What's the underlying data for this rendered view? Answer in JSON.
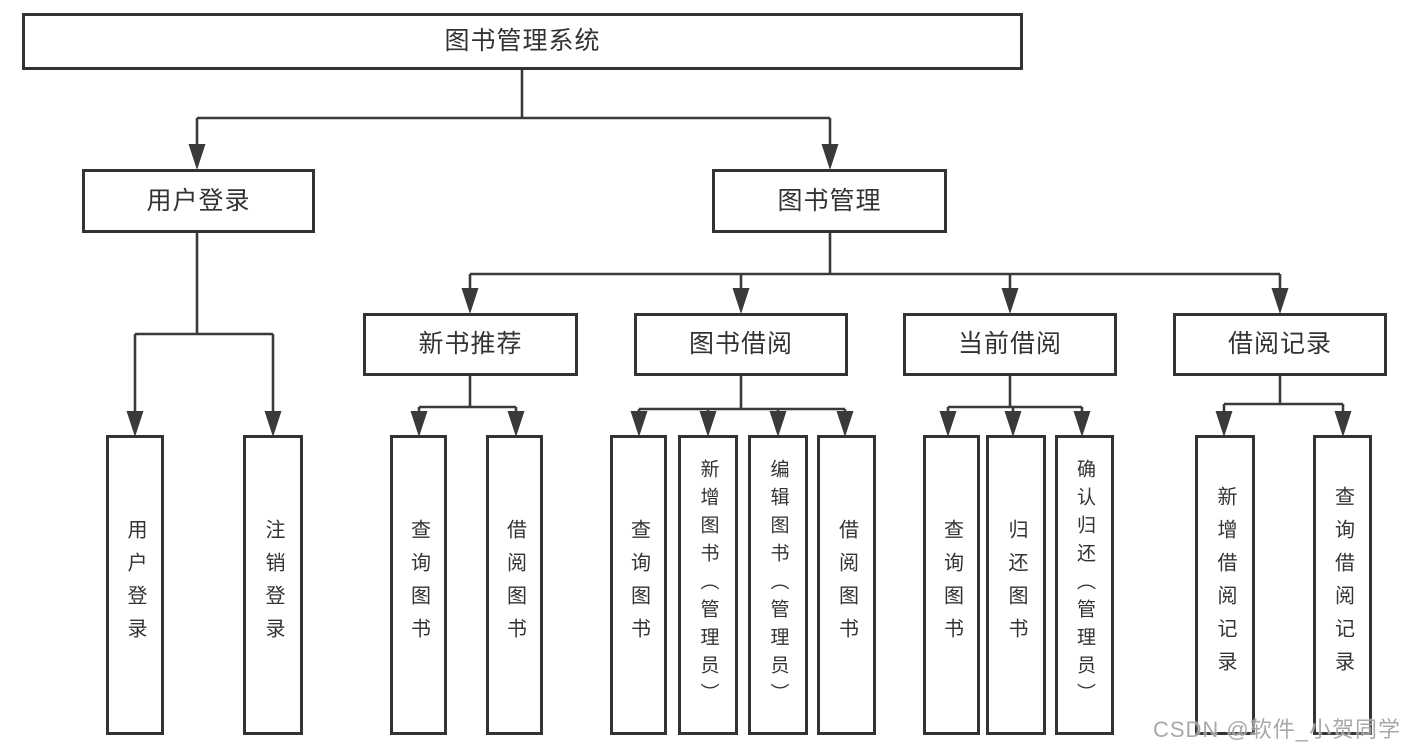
{
  "diagram": {
    "root": {
      "label": "图书管理系统"
    },
    "level2": [
      {
        "label": "用户登录"
      },
      {
        "label": "图书管理"
      }
    ],
    "level3": [
      {
        "label": "新书推荐"
      },
      {
        "label": "图书借阅"
      },
      {
        "label": "当前借阅"
      },
      {
        "label": "借阅记录"
      }
    ],
    "leaves": [
      {
        "label": "用户登录"
      },
      {
        "label": "注销登录"
      },
      {
        "label": "查询图书"
      },
      {
        "label": "借阅图书"
      },
      {
        "label": "查询图书"
      },
      {
        "label": "新增图书（管理员）"
      },
      {
        "label": "编辑图书（管理员）"
      },
      {
        "label": "借阅图书"
      },
      {
        "label": "查询图书"
      },
      {
        "label": "归还图书"
      },
      {
        "label": "确认归还（管理员）"
      },
      {
        "label": "新增借阅记录"
      },
      {
        "label": "查询借阅记录"
      }
    ]
  },
  "watermark": {
    "text": "CSDN @软件_小贺同学"
  },
  "colors": {
    "line": "#3a3a3a",
    "box_border": "#333333",
    "text": "#333333",
    "watermark": "#a0a0a0",
    "background": "#ffffff"
  }
}
